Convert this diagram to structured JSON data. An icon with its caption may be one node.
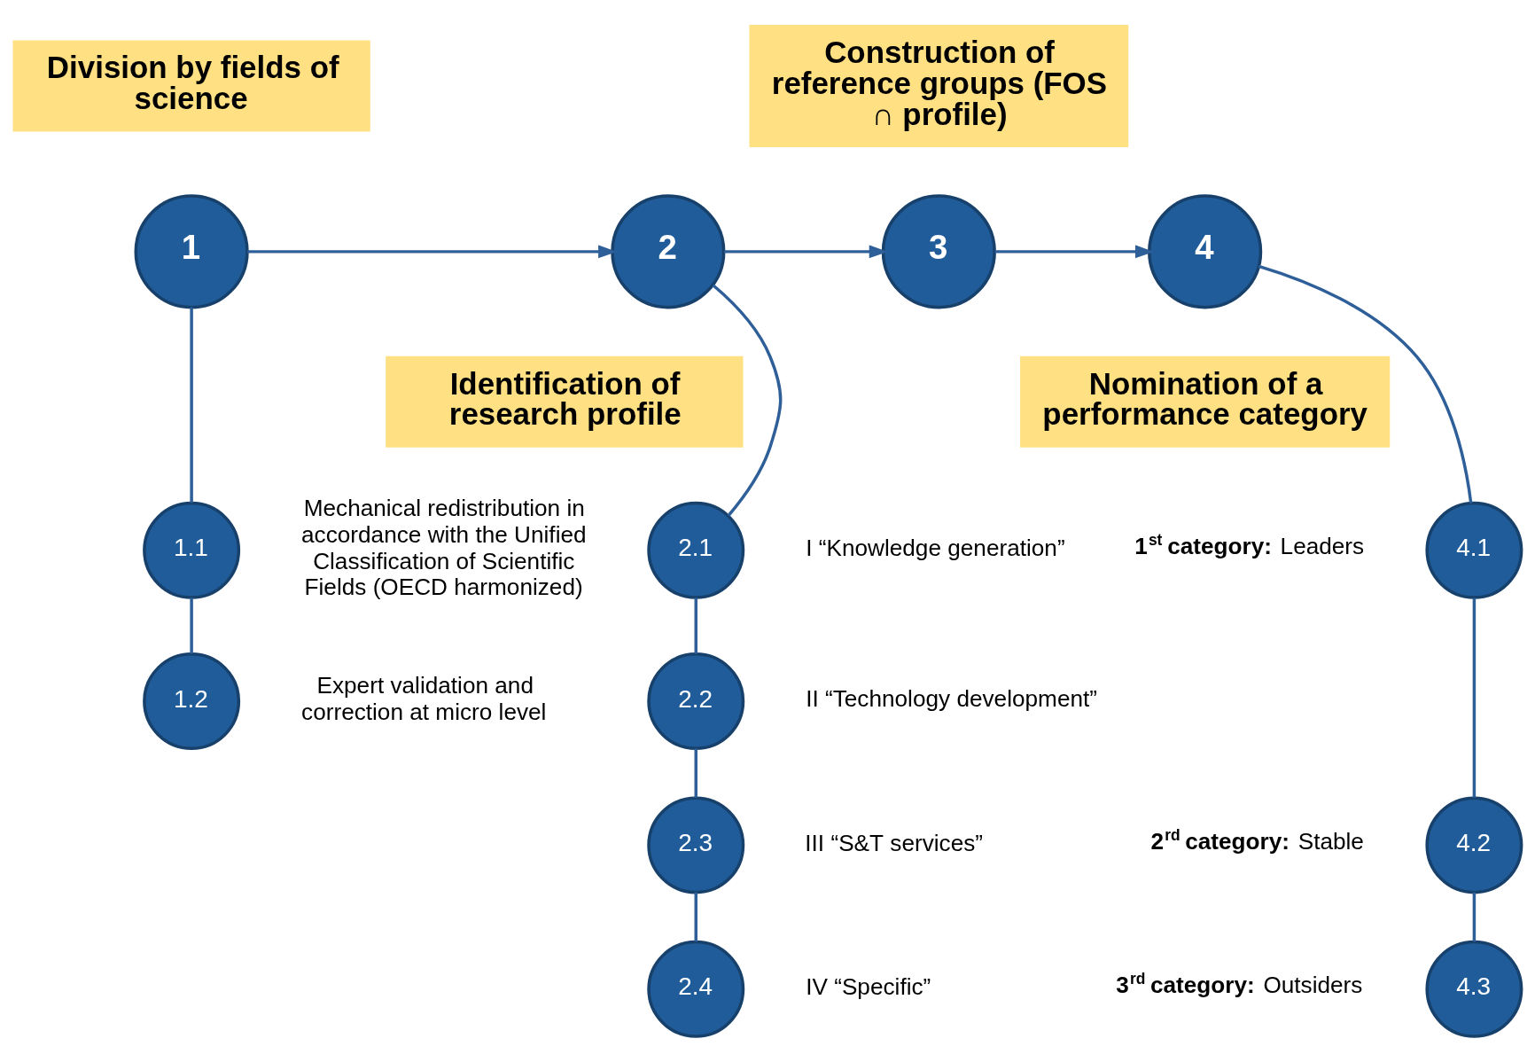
{
  "diagram": {
    "nodes": [
      {
        "text": [
          "Division by fields of science"
        ]
      },
      {
        "text": [
          "Construction of reference groups (FOS ∩ profile)"
        ]
      },
      {
        "text": [
          "1"
        ]
      },
      {
        "text": [
          "2"
        ]
      },
      {
        "text": [
          "3"
        ]
      },
      {
        "text": [
          "4"
        ]
      },
      {
        "text": [
          "Identification of research profile"
        ]
      },
      {
        "text": [
          "Nomination of a performance category"
        ]
      },
      {
        "text": [
          "1.1"
        ],
        "beside": [
          "Mechanical redistribution in accordance with the Unified Classification of Scientific Fields (OECD harmonized)"
        ]
      },
      {
        "text": [
          "1.2"
        ],
        "beside": [
          "Expert validation and correction at micro level"
        ]
      },
      {
        "text": [
          "2.1"
        ],
        "beside": [
          "I “Knowledge generation”"
        ]
      },
      {
        "text": [
          "2.2"
        ],
        "beside": [
          "II “Technology development”"
        ]
      },
      {
        "text": [
          "2.3"
        ],
        "beside": [
          "III “S&T services”"
        ]
      },
      {
        "text": [
          "2.4"
        ],
        "beside": [
          "IV “Specific”"
        ]
      },
      {
        "text": [
          "4.1"
        ],
        "beside": [
          "**1$^{st}$ category:** Leaders"
        ]
      },
      {
        "text": [
          "4.2"
        ],
        "beside": [
          "**2$^{rd}$ category:** Stable"
        ]
      },
      {
        "text": [
          "4.3"
        ],
        "beside": [
          "**3$^{rd}$ category:** Outsiders"
        ]
      }
    ],
    "edges": [
      {
        "from": 2,
        "to": 3,
        "arrow": "to"
      },
      {
        "from": 3,
        "to": 4,
        "arrow": "to"
      },
      {
        "from": 4,
        "to": 5,
        "arrow": "to"
      },
      {
        "from": 2,
        "to": 8,
        "arrow": "none"
      },
      {
        "from": 8,
        "to": 9,
        "arrow": "none"
      },
      {
        "from": 3,
        "to": 10,
        "arrow": "none"
      },
      {
        "from": 10,
        "to": 11,
        "arrow": "none"
      },
      {
        "from": 11,
        "to": 12,
        "arrow": "none"
      },
      {
        "from": 12,
        "to": 13,
        "arrow": "none"
      },
      {
        "from": 5,
        "to": 14,
        "arrow": "none"
      },
      {
        "from": 14,
        "to": 15,
        "arrow": "none"
      },
      {
        "from": 15,
        "to": 16,
        "arrow": "none"
      }
    ]
  }
}
